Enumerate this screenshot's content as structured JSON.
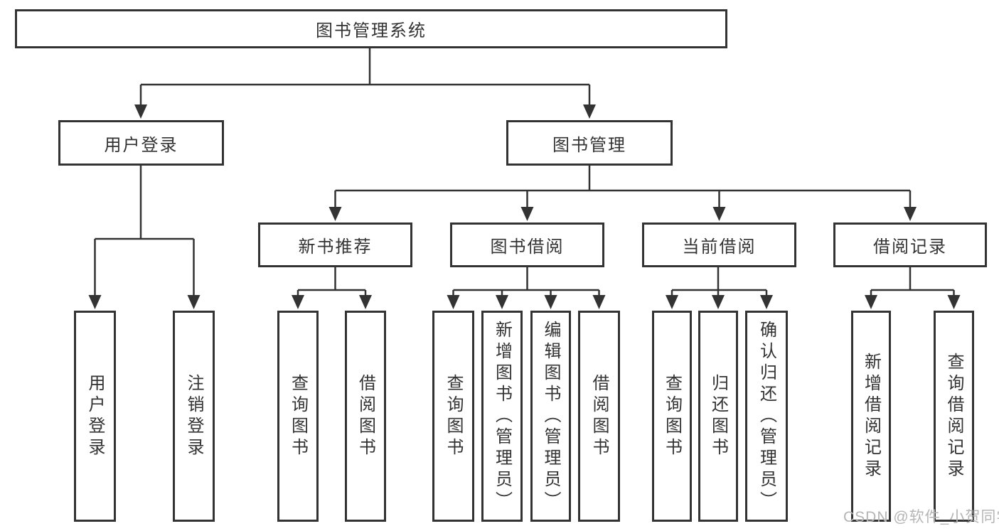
{
  "diagram": {
    "root": "图书管理系统",
    "branches": [
      {
        "label": "用户登录",
        "children": [
          "用户登录",
          "注销登录"
        ]
      },
      {
        "label": "图书管理",
        "sections": [
          {
            "label": "新书推荐",
            "children": [
              "查询图书",
              "借阅图书"
            ]
          },
          {
            "label": "图书借阅",
            "children": [
              "查询图书",
              "新增图书（管理员）",
              "编辑图书（管理员）",
              "借阅图书"
            ]
          },
          {
            "label": "当前借阅",
            "children": [
              "查询图书",
              "归还图书",
              "确认归还（管理员）"
            ]
          },
          {
            "label": "借阅记录",
            "children": [
              "新增借阅记录",
              "查询借阅记录"
            ]
          }
        ]
      }
    ]
  },
  "watermark": "CSDN @软件_小贺同学",
  "colors": {
    "line": "#333333",
    "border": "#333333",
    "text": "#333333",
    "watermark": "#b5b5b5",
    "background": "#ffffff"
  }
}
